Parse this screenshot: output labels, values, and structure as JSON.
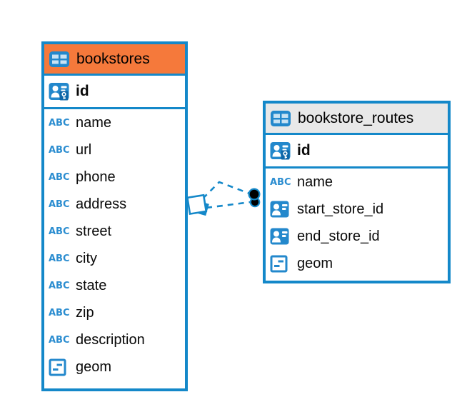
{
  "colors": {
    "primary_blue": "#1488c9",
    "icon_blue": "#2388cc",
    "abc_blue": "#2b8dd0",
    "key_badge_blue": "#0f67a8",
    "icon_cell_light": "#c8e2f3",
    "bookstores_header_bg": "#f5793b",
    "routes_header_bg": "#e8e8e8",
    "dot_black": "#000000",
    "background": "#ffffff"
  },
  "tables": [
    {
      "name": "bookstores",
      "header_style": "orange",
      "columns": [
        {
          "name": "id",
          "icon": "primary-key",
          "primary": true
        },
        {
          "name": "name",
          "icon": "text"
        },
        {
          "name": "url",
          "icon": "text"
        },
        {
          "name": "phone",
          "icon": "text"
        },
        {
          "name": "address",
          "icon": "text"
        },
        {
          "name": "street",
          "icon": "text"
        },
        {
          "name": "city",
          "icon": "text"
        },
        {
          "name": "state",
          "icon": "text"
        },
        {
          "name": "zip",
          "icon": "text"
        },
        {
          "name": "description",
          "icon": "text"
        },
        {
          "name": "geom",
          "icon": "geometry"
        }
      ]
    },
    {
      "name": "bookstore_routes",
      "header_style": "gray",
      "columns": [
        {
          "name": "id",
          "icon": "primary-key",
          "primary": true
        },
        {
          "name": "name",
          "icon": "text"
        },
        {
          "name": "start_store_id",
          "icon": "reference"
        },
        {
          "name": "end_store_id",
          "icon": "reference"
        },
        {
          "name": "geom",
          "icon": "geometry"
        }
      ]
    }
  ],
  "relationships": [
    {
      "from_table": "bookstores",
      "from_column": "id",
      "to_table": "bookstore_routes",
      "to_column": "start_store_id",
      "style": "dashed"
    },
    {
      "from_table": "bookstores",
      "from_column": "id",
      "to_table": "bookstore_routes",
      "to_column": "end_store_id",
      "style": "dashed"
    }
  ]
}
